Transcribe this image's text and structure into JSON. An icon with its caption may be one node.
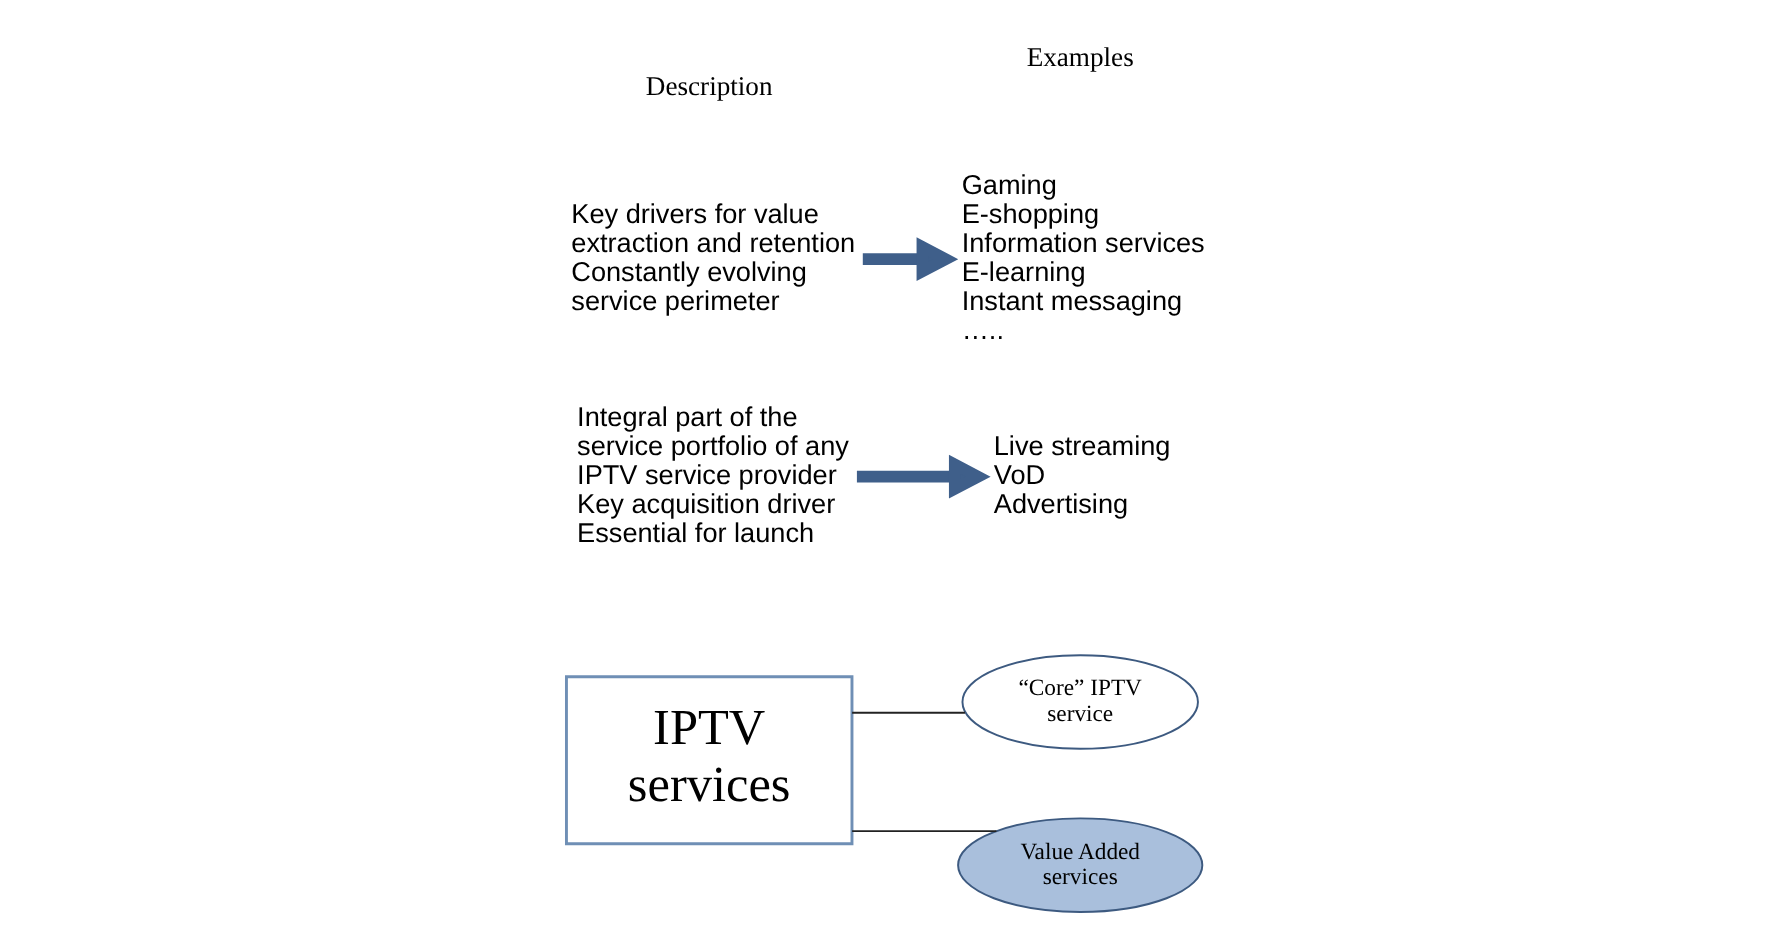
{
  "diagram": {
    "nodes": [
      {
        "text": [
          "IPTV services"
        ]
      },
      {
        "text": [
          "“Core” IPTV service"
        ]
      },
      {
        "text": [
          "Value Added services"
        ]
      },
      {
        "text": [
          "Integral part of the service portfolio of any IPTV service provider",
          "Key acquisition driver",
          "Essential for launch"
        ]
      },
      {
        "text": [
          "Live streaming",
          "VoD",
          "Advertising"
        ]
      },
      {
        "text": [
          "Key drivers for value extraction and retention",
          "Constantly evolving service perimeter"
        ]
      },
      {
        "text": [
          "Gaming",
          "E-shopping",
          "Information services",
          "E-learning",
          "Instant messaging",
          "….."
        ]
      }
    ],
    "edges": [
      {
        "from": 0,
        "to": 1,
        "arrow": "none"
      },
      {
        "from": 0,
        "to": 2,
        "arrow": "none"
      },
      {
        "from": 3,
        "to": 4,
        "arrow": "to",
        "style": "thick",
        "color": "#3f5f8a"
      },
      {
        "from": 5,
        "to": 6,
        "arrow": "to",
        "style": "thick",
        "color": "#3f5f8a"
      }
    ],
    "labels": [
      "Description",
      "Examples"
    ]
  }
}
